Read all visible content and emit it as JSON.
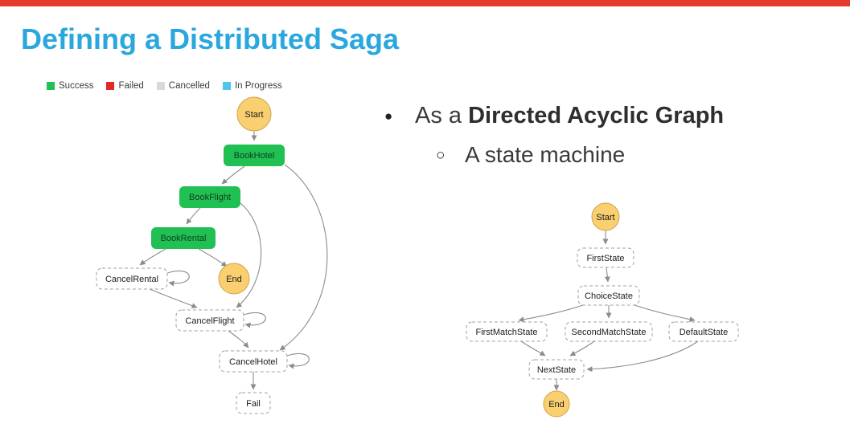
{
  "slide": {
    "title": "Defining a Distributed Saga"
  },
  "colors": {
    "top_bar": "#e6392f",
    "title": "#2aa7dd",
    "success": "#21c052",
    "failed": "#e12a22",
    "cancelled": "#d9d9d9",
    "in_progress": "#4fc6ea",
    "pending_node": "#f9cf70",
    "edge": "#8c8c8c"
  },
  "legend": {
    "items": [
      {
        "label": "Success"
      },
      {
        "label": "Failed"
      },
      {
        "label": "Cancelled"
      },
      {
        "label": "In Progress"
      }
    ]
  },
  "bullets": {
    "primary_marker": "●",
    "primary_prefix": "As a ",
    "primary_bold": "Directed Acyclic Graph",
    "secondary_marker": "○",
    "secondary": "A state machine"
  },
  "saga_graph": {
    "nodes": {
      "start": "Start",
      "book_hotel": "BookHotel",
      "book_flight": "BookFlight",
      "book_rental": "BookRental",
      "cancel_rental": "CancelRental",
      "end": "End",
      "cancel_flight": "CancelFlight",
      "cancel_hotel": "CancelHotel",
      "fail": "Fail"
    }
  },
  "state_machine": {
    "nodes": {
      "start": "Start",
      "first_state": "FirstState",
      "choice_state": "ChoiceState",
      "first_match_state": "FirstMatchState",
      "second_match_state": "SecondMatchState",
      "default_state": "DefaultState",
      "next_state": "NextState",
      "end": "End"
    }
  }
}
